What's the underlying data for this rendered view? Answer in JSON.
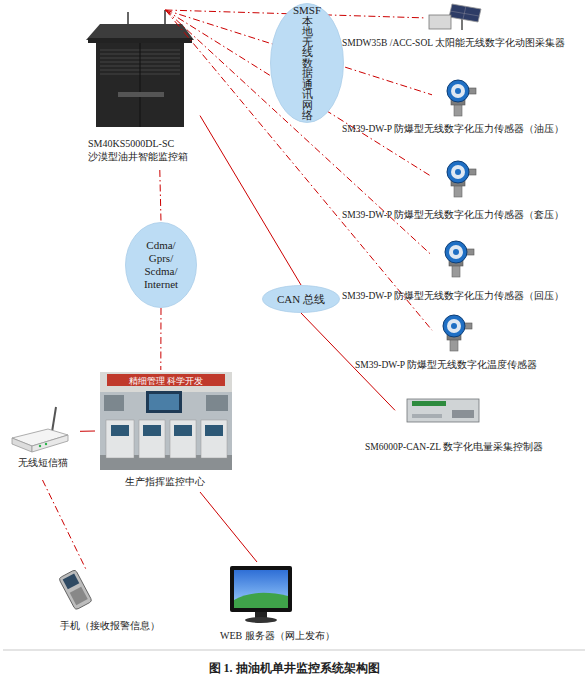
{
  "diagram": {
    "caption": "图 1. 抽油机单井监控系统架构图",
    "nodes": [
      {
        "text": [
          "SM40KS5000DL-SC 沙漠型油井智能监控箱"
        ]
      },
      {
        "text": [
          "SMSF 本 地 无 线 数 据 通 讯 网 络"
        ]
      },
      {
        "text": [
          "SMDW35B /ACC-SOL 太阳能无线数字化动图采集器"
        ]
      },
      {
        "text": [
          "SM39-DW-P 防爆型无线数字化压力传感器（油压）"
        ]
      },
      {
        "text": [
          "SM39-DW-P 防爆型无线数字化压力传感器（套压）"
        ]
      },
      {
        "text": [
          "SM39-DW-P 防爆型无线数字化压力传感器（回压）"
        ]
      },
      {
        "text": [
          "SM39-DW-P 防爆型无线数字化温度传感器"
        ]
      },
      {
        "text": [
          "Cdma/ Gprs/ Scdma/ Internet"
        ]
      },
      {
        "text": [
          "CAN 总线"
        ]
      },
      {
        "text": [
          "SM6000P-CAN-ZL 数字化电量采集控制器"
        ]
      },
      {
        "text": [
          "生产指挥监控中心"
        ]
      },
      {
        "text": [
          "无线短信猫"
        ]
      },
      {
        "text": [
          "手机（接收报警信息）"
        ]
      },
      {
        "text": [
          "WEB 服务器（网上发布）"
        ]
      }
    ],
    "edges": [
      {
        "from": 0,
        "to": 2,
        "arrow": "none"
      },
      {
        "from": 0,
        "to": 3,
        "arrow": "none"
      },
      {
        "from": 0,
        "to": 4,
        "arrow": "none"
      },
      {
        "from": 0,
        "to": 5,
        "arrow": "none"
      },
      {
        "from": 0,
        "to": 6,
        "arrow": "none"
      },
      {
        "from": 0,
        "to": 7,
        "arrow": "none"
      },
      {
        "from": 7,
        "to": 10,
        "arrow": "none"
      },
      {
        "from": 0,
        "to": 8,
        "arrow": "none"
      },
      {
        "from": 8,
        "to": 9,
        "arrow": "none"
      },
      {
        "from": 10,
        "to": 11,
        "arrow": "none"
      },
      {
        "from": 11,
        "to": 12,
        "arrow": "none"
      },
      {
        "from": 10,
        "to": 13,
        "arrow": "none"
      }
    ],
    "labels": [
      "精细管理 科学开发"
    ]
  }
}
